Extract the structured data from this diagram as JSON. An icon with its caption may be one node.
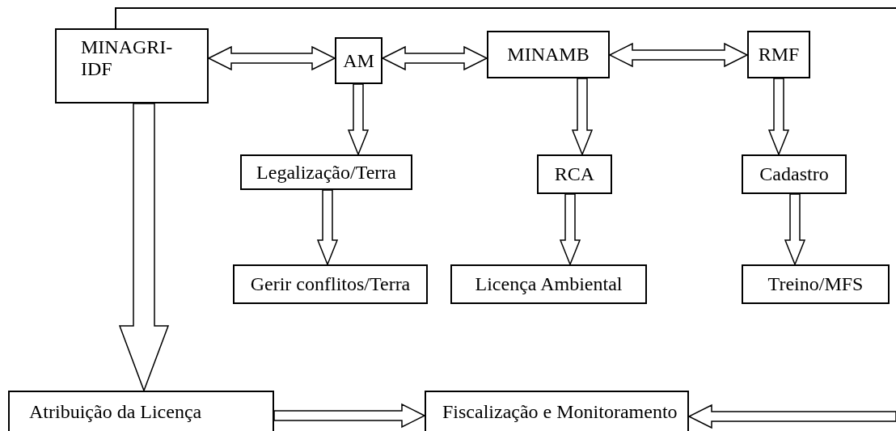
{
  "diagram": {
    "nodes": [
      {
        "text": [
          "MINAGRI-IDF"
        ]
      },
      {
        "text": [
          "AM"
        ]
      },
      {
        "text": [
          "MINAMB"
        ]
      },
      {
        "text": [
          "RMF"
        ]
      },
      {
        "text": [
          "Legalização/Terra"
        ]
      },
      {
        "text": [
          "RCA"
        ]
      },
      {
        "text": [
          "Cadastro"
        ]
      },
      {
        "text": [
          "Gerir conflitos/Terra"
        ]
      },
      {
        "text": [
          "Licença Ambiental"
        ]
      },
      {
        "text": [
          "Treino/MFS"
        ]
      },
      {
        "text": [
          "Atribuição da Licença"
        ]
      },
      {
        "text": [
          "Fiscalização e Monitoramento"
        ]
      }
    ],
    "edges": [
      {
        "from": 0,
        "to": 1,
        "arrow": "both"
      },
      {
        "from": 1,
        "to": 2,
        "arrow": "both"
      },
      {
        "from": 2,
        "to": 3,
        "arrow": "both"
      },
      {
        "from": 1,
        "to": 4,
        "arrow": "to"
      },
      {
        "from": 2,
        "to": 5,
        "arrow": "to"
      },
      {
        "from": 3,
        "to": 6,
        "arrow": "to"
      },
      {
        "from": 4,
        "to": 7,
        "arrow": "to"
      },
      {
        "from": 5,
        "to": 8,
        "arrow": "to"
      },
      {
        "from": 6,
        "to": 9,
        "arrow": "to"
      },
      {
        "from": 0,
        "to": 10,
        "arrow": "to"
      },
      {
        "from": 10,
        "to": 11,
        "arrow": "to"
      },
      {
        "from": null,
        "to": 11,
        "arrow": "to"
      },
      {
        "from": 0,
        "to": null,
        "arrow": "none"
      }
    ]
  }
}
